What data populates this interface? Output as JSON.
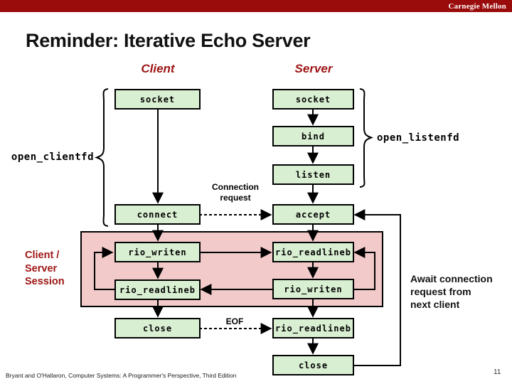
{
  "slide": {
    "brand": "Carnegie Mellon",
    "title": "Reminder: Iterative Echo Server",
    "footer": "Bryant and O'Hallaron, Computer Systems: A Programmer's Perspective, Third Edition",
    "page_number": "11"
  },
  "diagram": {
    "column_headers": {
      "client": "Client",
      "server": "Server"
    },
    "client_boxes": [
      "socket",
      "connect",
      "rio_writen",
      "rio_readlineb",
      "close"
    ],
    "server_boxes": [
      "socket",
      "bind",
      "listen",
      "accept",
      "rio_readlineb",
      "rio_writen",
      "rio_readlineb",
      "close"
    ],
    "brace_labels": {
      "open_clientfd": "open_clientfd",
      "open_listenfd": "open_listenfd"
    },
    "connection_request_label": [
      "Connection",
      "request"
    ],
    "eof_label": "EOF",
    "session_label": [
      "Client /",
      "Server",
      "Session"
    ],
    "await_label": [
      "Await connection",
      "request from",
      "next client"
    ],
    "colors": {
      "top_bar": "#9a0b0b",
      "accent_maroon": "#9e1414",
      "box_fill": "#d9efd2",
      "session_fill": "#f2caca",
      "connector": "#000000"
    }
  }
}
